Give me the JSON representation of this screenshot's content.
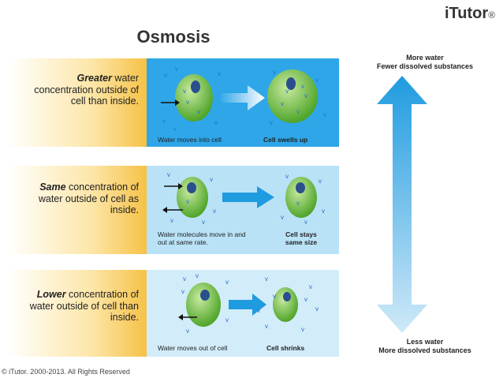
{
  "logo": {
    "text": "iTutor",
    "registered": "®"
  },
  "title": "Osmosis",
  "rows": [
    {
      "desc_em": "Greater",
      "desc_rest": " water concentration outside of cell than inside.",
      "caption_left": "Water moves into cell",
      "caption_right": "Cell swells up"
    },
    {
      "desc_em": "Same",
      "desc_rest": " concentration of water outside of cell as inside.",
      "caption_left": "Water molecules move in and out at same rate.",
      "caption_right": "Cell stays same size"
    },
    {
      "desc_em": "Lower",
      "desc_rest": " concentration of water outside of cell than inside.",
      "caption_left": "Water moves out of cell",
      "caption_right": "Cell shrinks"
    }
  ],
  "scale": {
    "top_line1": "More water",
    "top_line2": "Fewer dissolved substances",
    "bottom_line1": "Less water",
    "bottom_line2": "More dissolved substances"
  },
  "colors": {
    "panel_strong": "#2ea6e8",
    "panel_light": "#b9e2f7",
    "panel_pale": "#d2ecfa",
    "cell_green": "#7ccb45",
    "nucleus": "#2b4f8c",
    "molecule": "#2a6fc9",
    "arrow_blue": "#1f9be0",
    "yellow": "#f6c247"
  },
  "footer": "© iTutor. 2000-2013. All Rights Reserved"
}
